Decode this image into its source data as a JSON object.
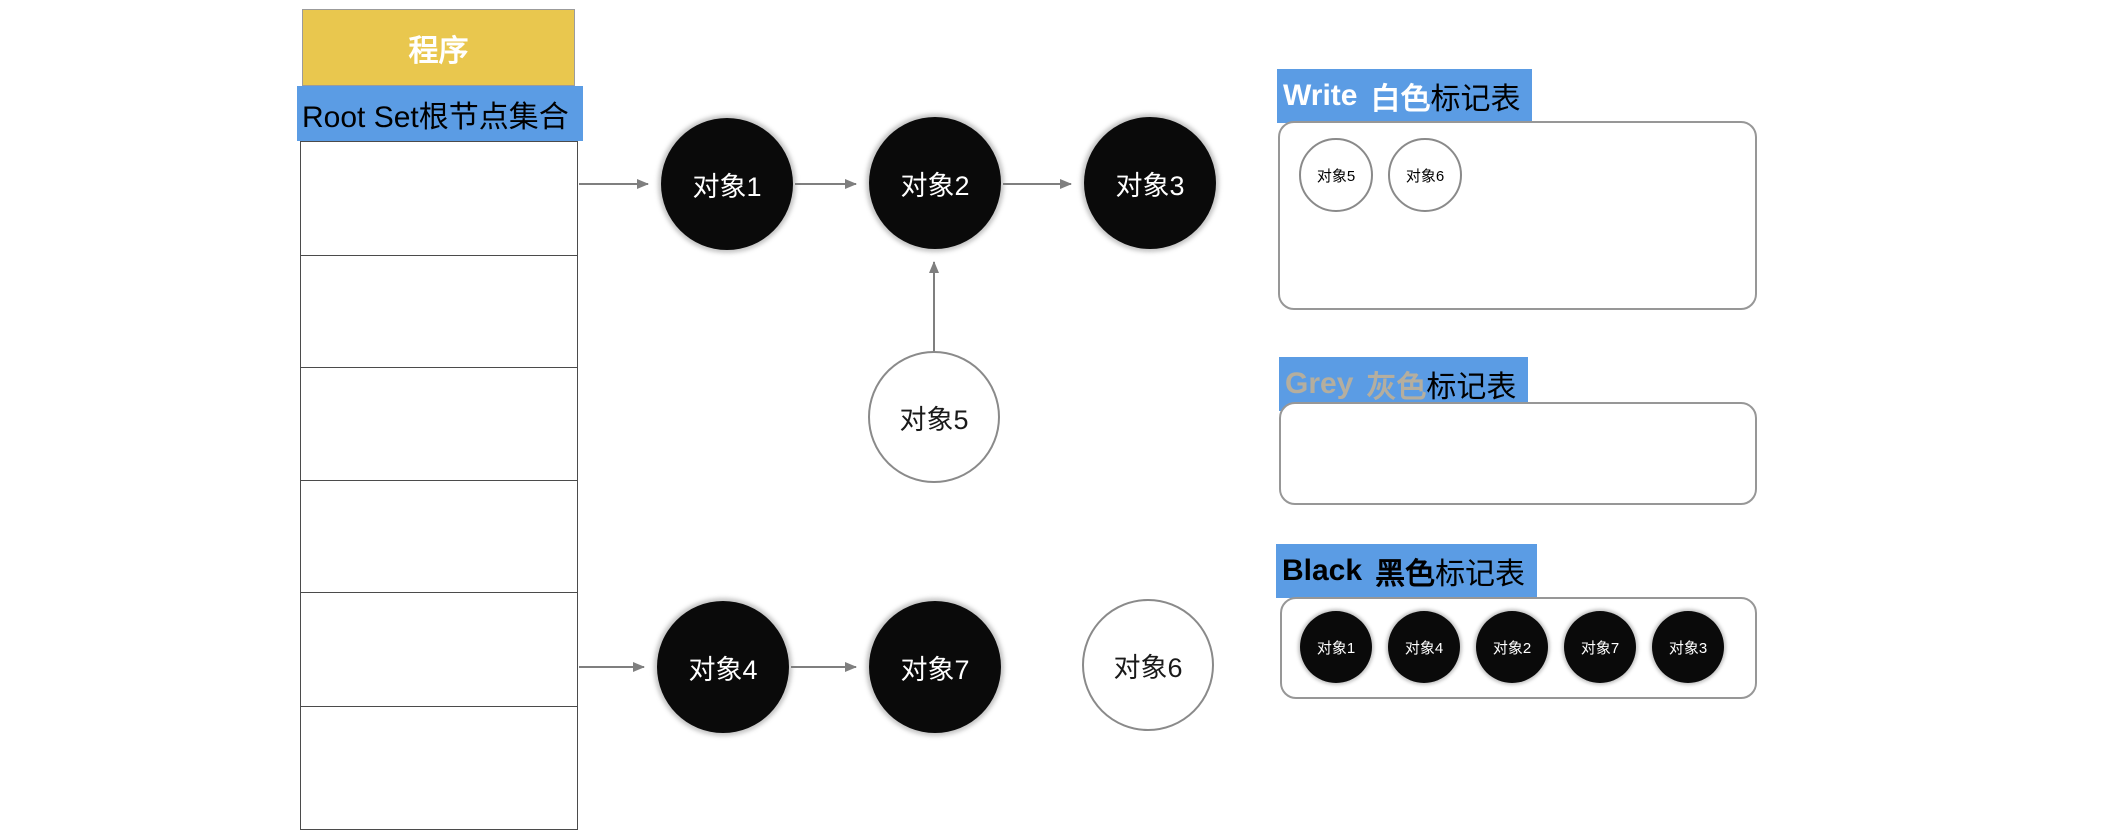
{
  "colors": {
    "label_blue": "#5B9CE4",
    "header_yellow": "#E9C74E",
    "grey_title_text": "#B5AE9E",
    "node_black": "#0A0A0A",
    "node_white": "#FFFFFF",
    "arrow_grey": "#7F7F7F"
  },
  "program_stack": {
    "header_label": "程序",
    "root_set_label": "Root Set根节点集合",
    "row_count": 6
  },
  "graph": {
    "nodes": [
      {
        "label": "对象1",
        "fill": "black"
      },
      {
        "label": "对象2",
        "fill": "black"
      },
      {
        "label": "对象3",
        "fill": "black"
      },
      {
        "label": "对象5",
        "fill": "white"
      },
      {
        "label": "对象4",
        "fill": "black"
      },
      {
        "label": "对象7",
        "fill": "black"
      },
      {
        "label": "对象6",
        "fill": "white"
      }
    ],
    "edges": [
      {
        "from": "root-set",
        "to": "对象1"
      },
      {
        "from": "对象1",
        "to": "对象2"
      },
      {
        "from": "对象2",
        "to": "对象3"
      },
      {
        "from": "对象5",
        "to": "对象2"
      },
      {
        "from": "root-set",
        "to": "对象4"
      },
      {
        "from": "对象4",
        "to": "对象7"
      }
    ]
  },
  "panels": {
    "white": {
      "title_en": "Write",
      "title_color_word": "白色",
      "title_suffix": "标记表",
      "items": [
        "对象5",
        "对象6"
      ]
    },
    "grey": {
      "title_en": "Grey",
      "title_color_word": "灰色",
      "title_suffix": "标记表",
      "items": []
    },
    "black": {
      "title_en": "Black",
      "title_color_word": "黑色",
      "title_suffix": "标记表",
      "items": [
        "对象1",
        "对象4",
        "对象2",
        "对象7",
        "对象3"
      ]
    }
  }
}
